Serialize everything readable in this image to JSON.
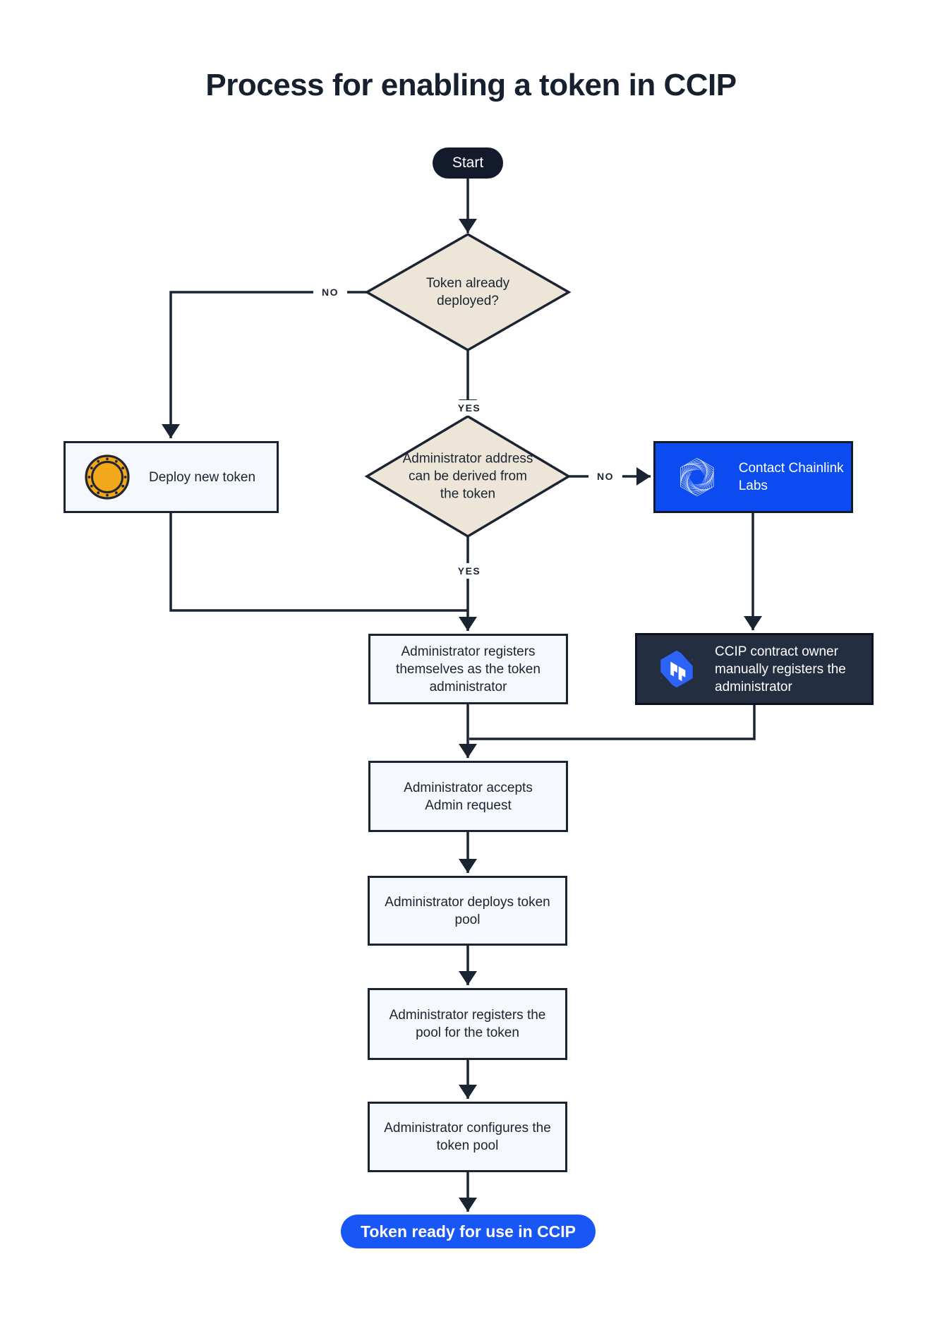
{
  "title": "Process for enabling a token in CCIP",
  "colors": {
    "stroke": "#1b2433",
    "diamond_fill": "#ece5d8",
    "light_box_fill": "#f5f8fc",
    "dark_box_fill": "#232e40",
    "contact_blue": "#0c4bf0",
    "ready_blue": "#1956f6",
    "coin_gold": "#f3a71b",
    "start_fill": "#131a2b"
  },
  "nodes": {
    "start": {
      "label": "Start"
    },
    "token_deployed_decision": {
      "label": "Token already deployed?"
    },
    "deploy_new_token": {
      "label": "Deploy new token",
      "icon": "token-coin-icon"
    },
    "admin_derived_decision": {
      "label": "Administrator address can be derived from the token"
    },
    "contact_chainlink": {
      "label": "Contact Chainlink Labs",
      "icon": "chainlink-spiral-icon"
    },
    "register_self": {
      "label": "Administrator registers themselves as the token administrator"
    },
    "manual_register": {
      "label": "CCIP contract owner manually registers the administrator",
      "icon": "ccip-cube-icon"
    },
    "accept_request": {
      "label": "Administrator accepts Admin request"
    },
    "deploy_pool": {
      "label": "Administrator deploys token pool"
    },
    "register_pool": {
      "label": "Administrator registers the pool for the token"
    },
    "configure_pool": {
      "label": "Administrator configures the token pool"
    },
    "token_ready": {
      "label": "Token ready for use in CCIP"
    }
  },
  "edge_labels": {
    "no_token_deployed": "NO",
    "yes_token_deployed": "YES",
    "no_admin_derived": "NO",
    "yes_admin_derived": "YES"
  }
}
